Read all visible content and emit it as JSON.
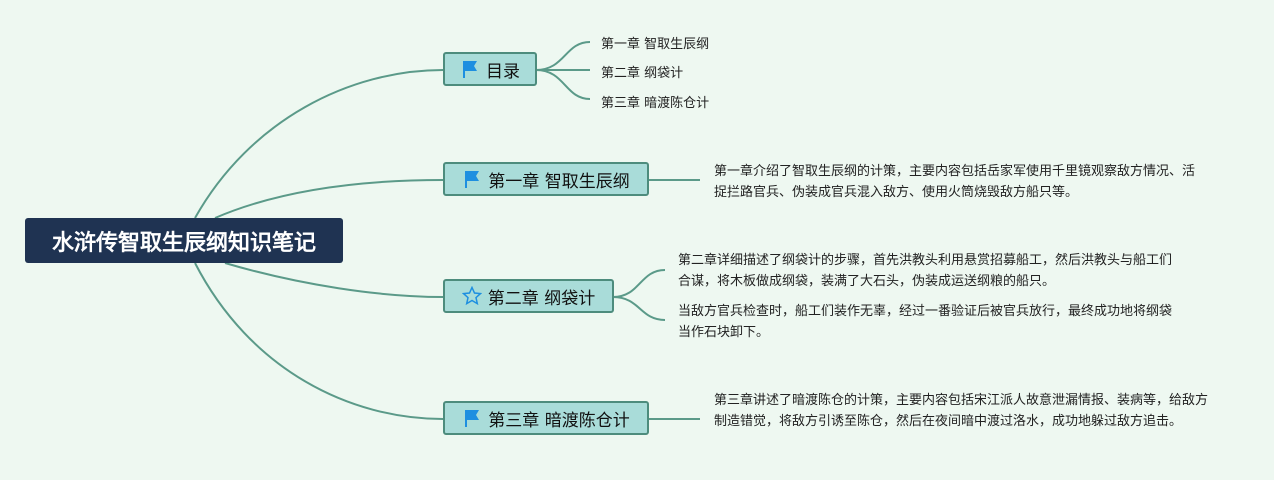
{
  "root": {
    "title": "水浒传智取生辰纲知识笔记"
  },
  "toc": {
    "label": "目录",
    "icon": "flag-icon",
    "items": [
      "第一章 智取生辰纲",
      "第二章 纲袋计",
      "第三章 暗渡陈仓计"
    ]
  },
  "chapters": [
    {
      "label": "第一章 智取生辰纲",
      "icon": "flag-icon",
      "notes": [
        "第一章介绍了智取生辰纲的计策，主要内容包括岳家军使用千里镜观察敌方情况、活捉拦路官兵、伪装成官兵混入敌方、使用火筒烧毁敌方船只等。"
      ]
    },
    {
      "label": "第二章 纲袋计",
      "icon": "star-icon",
      "notes": [
        "第二章详细描述了纲袋计的步骤，首先洪教头利用悬赏招募船工，然后洪教头与船工们合谋，将木板做成纲袋，装满了大石头，伪装成运送纲粮的船只。",
        "当敌方官兵检查时，船工们装作无辜，经过一番验证后被官兵放行，最终成功地将纲袋当作石块卸下。"
      ]
    },
    {
      "label": "第三章 暗渡陈仓计",
      "icon": "flag-icon",
      "notes": [
        "第三章讲述了暗渡陈仓的计策，主要内容包括宋江派人故意泄漏情报、装病等，给敌方制造错觉，将敌方引诱至陈仓，然后在夜间暗中渡过洛水，成功地躲过敌方追击。"
      ]
    }
  ],
  "colors": {
    "line": "#5b9a89",
    "node": "#a9dcd9",
    "root": "#1f3352",
    "flag": "#1e8fe0"
  }
}
